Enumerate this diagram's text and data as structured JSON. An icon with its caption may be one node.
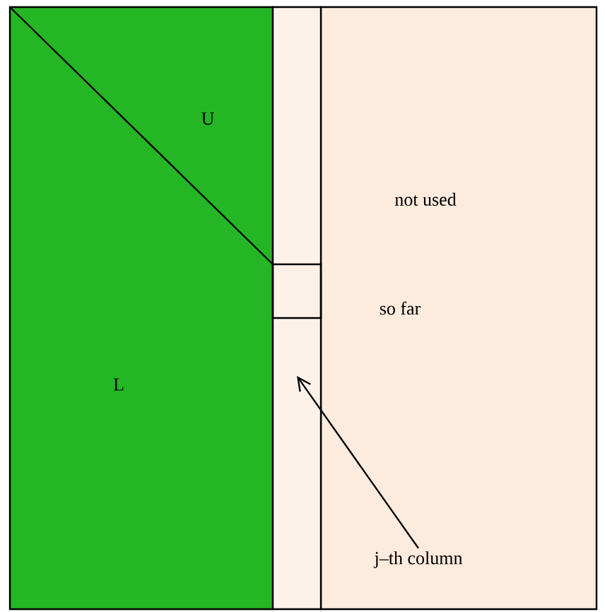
{
  "diagram": {
    "nodes": [
      {
        "text": [
          "j–th column"
        ]
      },
      {
        "text": [],
        "shape": "box"
      }
    ],
    "edges": [
      {
        "from": 0,
        "to": 1,
        "arrow": "to"
      }
    ],
    "labels": [
      "U",
      "L",
      "not used",
      "so far"
    ]
  }
}
